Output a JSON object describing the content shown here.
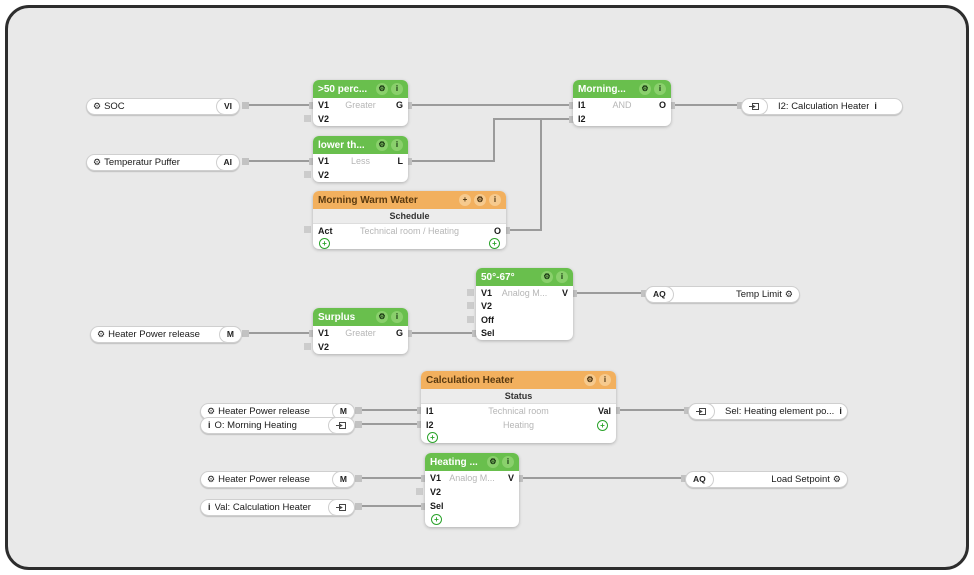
{
  "colors": {
    "canvas_bg": "#e9e9e9",
    "frame_border": "#2d2d2d",
    "block_green": "#69bf4d",
    "block_orange": "#f2b05e",
    "wire": "#9b9b9b",
    "center_text": "#b6b6b6",
    "plus_green": "#2ba32b"
  },
  "inputs": [
    {
      "label": "SOC",
      "badge": "VI"
    },
    {
      "label": "Temperatur Puffer",
      "badge": "AI"
    },
    {
      "label": "Heater Power release",
      "badge": "M"
    },
    {
      "label": "Heater Power release",
      "badge": "M"
    },
    {
      "label": "O: Morning Heating",
      "badge": "ref"
    },
    {
      "label": "Heater Power release",
      "badge": "M"
    },
    {
      "label": "Val: Calculation Heater",
      "badge": "ref"
    }
  ],
  "outputs": [
    {
      "badge": "ref",
      "label": "I2: Calculation Heater",
      "trailing": "info"
    },
    {
      "badge": "AQ",
      "label": "Temp Limit",
      "trailing": "gear"
    },
    {
      "badge": "ref",
      "label": "Sel: Heating element po...",
      "trailing": "info"
    },
    {
      "badge": "AQ",
      "label": "Load Setpoint",
      "trailing": "gear"
    }
  ],
  "blocks": [
    {
      "title": ">50 perc...",
      "type": "Greater",
      "inputs": [
        "V1",
        "V2"
      ],
      "output": "G"
    },
    {
      "title": "lower th...",
      "type": "Less",
      "inputs": [
        "V1",
        "V2"
      ],
      "output": "L"
    },
    {
      "title": "Morning Warm Water",
      "subtitle": "Schedule",
      "center": "Technical room / Heating",
      "inputs": [
        "Act"
      ],
      "output": "O"
    },
    {
      "title": "Morning...",
      "type": "AND",
      "inputs": [
        "I1",
        "I2"
      ],
      "output": "O"
    },
    {
      "title": "50°-67°",
      "type": "Analog M...",
      "inputs": [
        "V1",
        "V2",
        "Off",
        "Sel"
      ],
      "output": "V"
    },
    {
      "title": "Surplus",
      "type": "Greater",
      "inputs": [
        "V1",
        "V2"
      ],
      "output": "G"
    },
    {
      "title": "Calculation Heater",
      "subtitle": "Status",
      "center1": "Technical room",
      "center2": "Heating",
      "inputs": [
        "I1",
        "I2"
      ],
      "output": "Val"
    },
    {
      "title": "Heating ...",
      "type": "Analog M...",
      "inputs": [
        "V1",
        "V2",
        "Sel"
      ],
      "output": "V"
    }
  ],
  "glyphs": {
    "gear": "⚙",
    "info": "i",
    "plus": "+"
  }
}
